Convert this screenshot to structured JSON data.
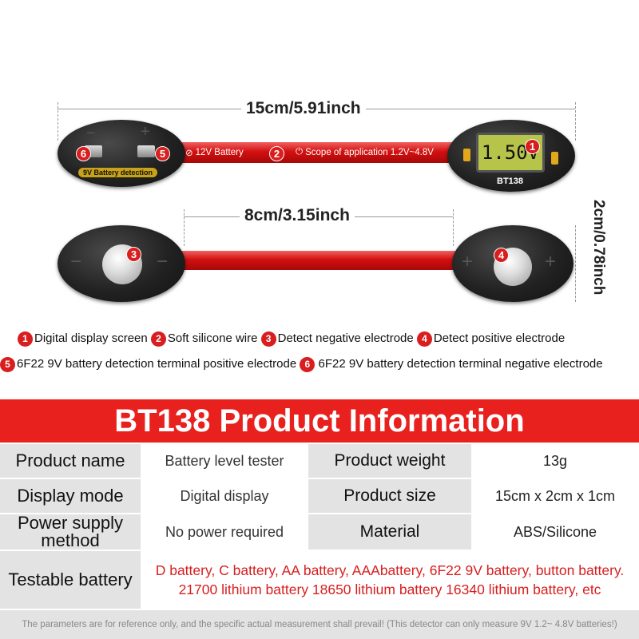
{
  "dimensions": {
    "length": "15cm/5.91inch",
    "wire_length": "8cm/3.15inch",
    "height": "2cm/0.78inch"
  },
  "device": {
    "lcd_reading": "1.50V",
    "model": "BT138",
    "wire_text_1": "12V Battery",
    "wire_text_2": "Scope of application 1.2V~4.8V",
    "detection_label": "9V Battery detection",
    "minus_sign": "−",
    "plus_sign": "+"
  },
  "numbers": [
    "1",
    "2",
    "3",
    "4",
    "5",
    "6"
  ],
  "legend": [
    {
      "num": "1",
      "text": "Digital display screen"
    },
    {
      "num": "2",
      "text": "Soft silicone wire"
    },
    {
      "num": "3",
      "text": "Detect negative electrode"
    },
    {
      "num": "4",
      "text": "Detect positive electrode"
    },
    {
      "num": "5",
      "text": "6F22 9V battery detection terminal positive electrode"
    },
    {
      "num": "6",
      "text": "6F22 9V battery detection terminal negative electrode"
    }
  ],
  "banner_title": "BT138 Product Information",
  "spec_table": [
    {
      "label_a": "Product name",
      "value_a": "Battery level tester",
      "label_b": "Product weight",
      "value_b": "13g"
    },
    {
      "label_a": "Display mode",
      "value_a": "Digital display",
      "label_b": "Product size",
      "value_b": "15cm x 2cm x 1cm"
    },
    {
      "label_a": "Power supply method",
      "value_a": "No power required",
      "label_b": "Material",
      "value_b": "ABS/Silicone"
    }
  ],
  "testable": {
    "label": "Testable battery",
    "line1": "D battery, C battery, AA battery, AAAbattery, 6F22 9V battery, button battery.",
    "line2": "21700 lithium battery 18650 lithium battery 16340 lithium battery, etc"
  },
  "footnote": "The parameters are for reference only, and the specific actual measurement shall prevail! (This detector can only measure 9V 1.2~ 4.8V batteries!)",
  "colors": {
    "accent_red": "#e8211f",
    "label_gray": "#e3e3e3",
    "lcd_green": "#b7c44a"
  }
}
